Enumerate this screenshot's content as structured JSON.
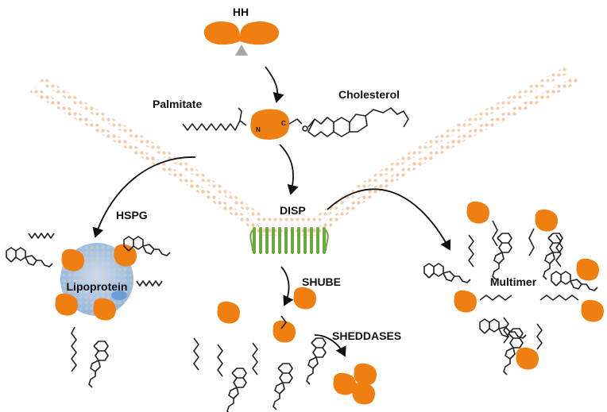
{
  "labels": {
    "hh": "HH",
    "palmitate": "Palmitate",
    "cholesterol": "Cholesterol",
    "n_terminus": "N",
    "c_terminus": "C",
    "disp": "DISP",
    "hspg": "HSPG",
    "lipoprotein": "Lipoprotein",
    "shube": "SHUBE",
    "sheddases": "SHEDDASES",
    "multimer": "Multimer"
  },
  "colors": {
    "hh_protein": "#ee7f10",
    "membrane": "#f6c9a4",
    "disp_protein": "#6fa83a",
    "lipoprotein": "#a9c9ea",
    "cleavage_marker": "#a8a8a8",
    "line": "#111111"
  },
  "icons": {
    "cleavage": "triangle-up",
    "membrane": "lipid-bilayer-arc"
  }
}
